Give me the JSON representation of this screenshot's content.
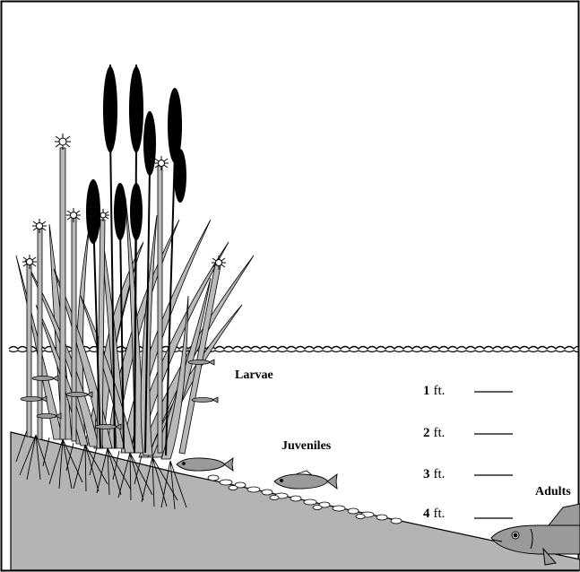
{
  "labels": {
    "larvae": "Larvae",
    "juveniles": "Juveniles",
    "adults": "Adults"
  },
  "depth_scale": [
    {
      "num": "1",
      "unit": "ft."
    },
    {
      "num": "2",
      "unit": "ft."
    },
    {
      "num": "3",
      "unit": "ft."
    },
    {
      "num": "4",
      "unit": "ft."
    }
  ],
  "colors": {
    "ground": "#b4b4b4",
    "plant": "#b9b9b9",
    "cattail_head": "#000000",
    "fish": "#9a9a9a",
    "outline": "#000000"
  }
}
